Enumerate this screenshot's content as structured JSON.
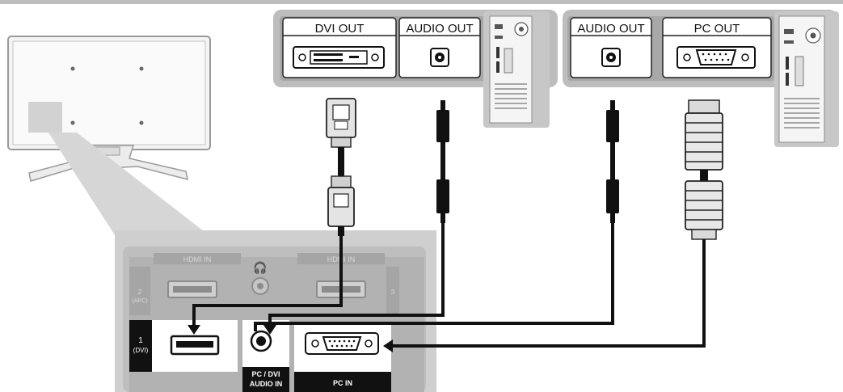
{
  "pc_left": {
    "dvi_out_label": "DVI OUT",
    "audio_out_label": "AUDIO OUT"
  },
  "pc_right": {
    "audio_out_label": "AUDIO OUT",
    "pc_out_label": "PC OUT"
  },
  "tv_panel": {
    "hdmi_in_left_label": "HDMI IN",
    "hdmi_in_right_label": "HDMI IN",
    "hdmi_2_label": "2",
    "hdmi_2_sub_label": "(ARC)",
    "hdmi_1_label": "1",
    "hdmi_1_sub_label": "(DVI)",
    "hdmi_3_label": "3",
    "pc_dvi_audio_label_line1": "PC / DVI",
    "pc_dvi_audio_label_line2": "AUDIO IN",
    "pc_in_label": "PC IN"
  },
  "colors": {
    "panel_gray": "#d3d3d3",
    "panel_dark": "#b9b9b9",
    "port_black": "#1a1a1a",
    "cable": "#111111"
  }
}
